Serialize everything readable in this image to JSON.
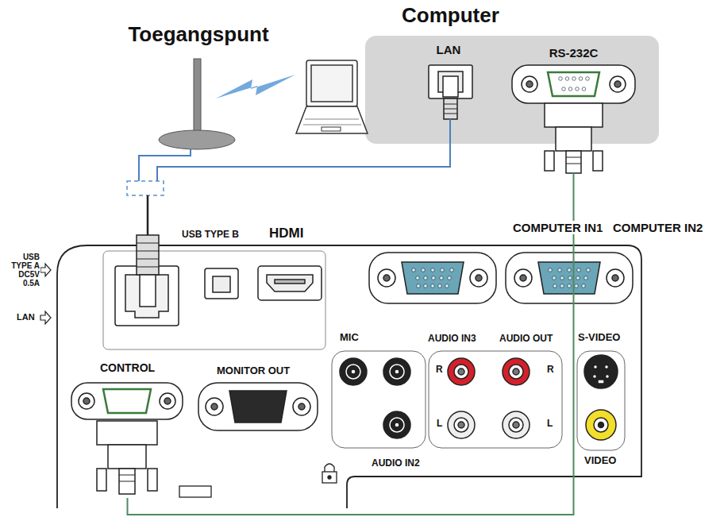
{
  "diagram": {
    "nodes": [
      {
        "text": [
          "Computer"
        ]
      },
      {
        "text": [
          "LAN"
        ],
        "in": 0
      },
      {
        "text": [
          "RS-232C"
        ],
        "in": 0
      },
      {
        "text": [
          "CONTROL"
        ]
      },
      {
        "text": [
          "Toegangspunt"
        ]
      }
    ],
    "edges": [
      {
        "from": 2,
        "to": 3,
        "arrow": "none"
      }
    ],
    "labels": [
      "USB TYPE B",
      "HDMI",
      "COMPUTER IN1",
      "COMPUTER IN2",
      "USB TYPE A DC5V 0.5A",
      "LAN",
      "MIC",
      "AUDIO IN3",
      "AUDIO OUT",
      "S-VIDEO",
      "R",
      "R",
      "L",
      "L",
      "MONITOR OUT",
      "AUDIO IN2",
      "VIDEO"
    ]
  }
}
